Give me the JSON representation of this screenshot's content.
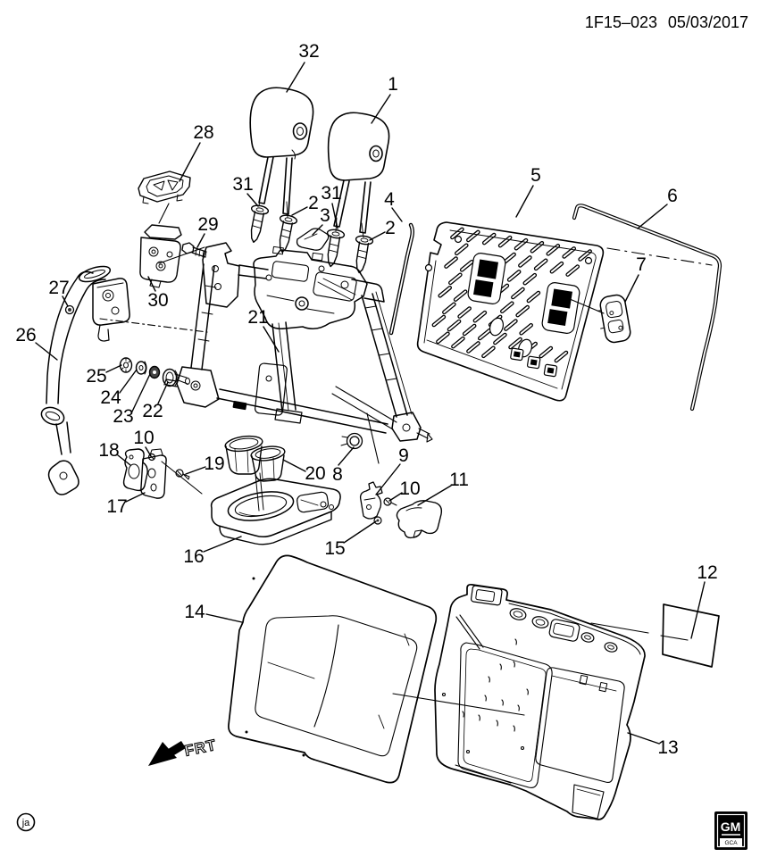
{
  "header": {
    "drawing_number": "1F15–023",
    "date": "05/03/2017"
  },
  "callouts": [
    {
      "label": "32"
    },
    {
      "label": "1"
    },
    {
      "label": "28"
    },
    {
      "label": "31"
    },
    {
      "label": "2"
    },
    {
      "label": "3"
    },
    {
      "label": "31"
    },
    {
      "label": "2"
    },
    {
      "label": "4"
    },
    {
      "label": "29"
    },
    {
      "label": "5"
    },
    {
      "label": "6"
    },
    {
      "label": "7"
    },
    {
      "label": "30"
    },
    {
      "label": "27"
    },
    {
      "label": "26"
    },
    {
      "label": "25"
    },
    {
      "label": "24"
    },
    {
      "label": "23"
    },
    {
      "label": "22"
    },
    {
      "label": "21"
    },
    {
      "label": "18"
    },
    {
      "label": "10"
    },
    {
      "label": "17"
    },
    {
      "label": "19"
    },
    {
      "label": "20"
    },
    {
      "label": "16"
    },
    {
      "label": "15"
    },
    {
      "label": "8"
    },
    {
      "label": "9"
    },
    {
      "label": "10"
    },
    {
      "label": "11"
    },
    {
      "label": "12"
    },
    {
      "label": "13"
    },
    {
      "label": "14"
    }
  ],
  "annotations": {
    "front_direction_label": "FRT",
    "author_mark": "ja"
  },
  "logo": {
    "primary": "GM",
    "secondary": "GCA"
  }
}
